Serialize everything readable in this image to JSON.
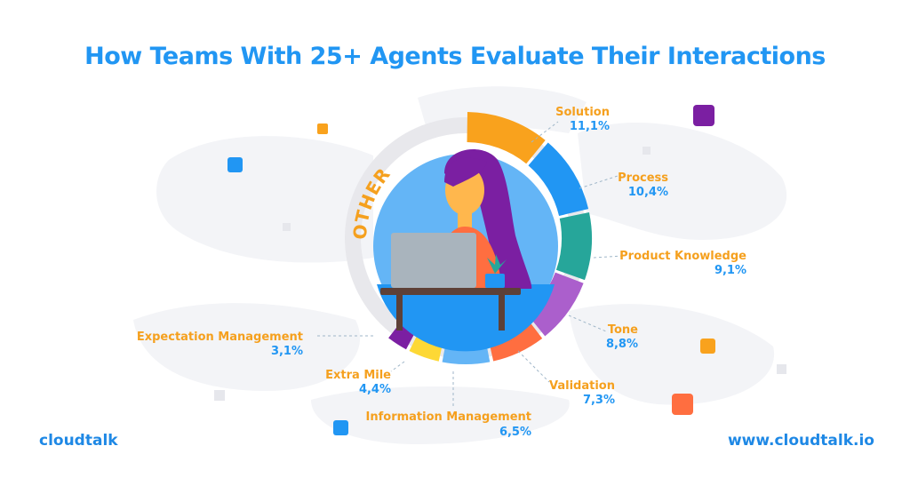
{
  "title": "How Teams With 25+ Agents Evaluate Their Interactions",
  "brand_left": "cloudtalk",
  "brand_right": "www.cloudtalk.io",
  "other_label": "OTHER",
  "colors": {
    "title": "#2196f3",
    "label_name": "#f5a01e",
    "label_value": "#2196f3",
    "other_track": "#e8e8ec"
  },
  "chart_data": {
    "type": "pie",
    "title": "How Teams With 25+ Agents Evaluate Their Interactions",
    "style": "donut",
    "remainder_label": "OTHER",
    "series": [
      {
        "label": "Solution",
        "value": 11.1,
        "display": "11,1%",
        "color": "#f9a21d"
      },
      {
        "label": "Process",
        "value": 10.4,
        "display": "10,4%",
        "color": "#2196f3"
      },
      {
        "label": "Product Knowledge",
        "value": 9.1,
        "display": "9,1%",
        "color": "#26a69a"
      },
      {
        "label": "Tone",
        "value": 8.8,
        "display": "8,8%",
        "color": "#ab5fcc"
      },
      {
        "label": "Validation",
        "value": 7.3,
        "display": "7,3%",
        "color": "#ff6e40"
      },
      {
        "label": "Information Management",
        "value": 6.5,
        "display": "6,5%",
        "color": "#64b5f6"
      },
      {
        "label": "Extra Mile",
        "value": 4.4,
        "display": "4,4%",
        "color": "#fdd835"
      },
      {
        "label": "Expectation Management",
        "value": 3.1,
        "display": "3,1%",
        "color": "#7b1fa2"
      }
    ]
  }
}
